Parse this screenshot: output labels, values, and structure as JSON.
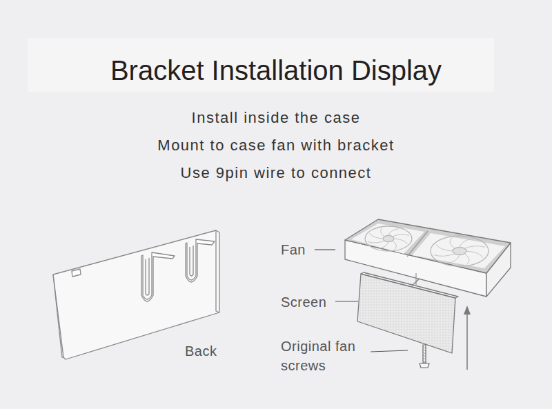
{
  "diagram": {
    "title": "Bracket Installation Display",
    "labels": [
      "Install inside the case",
      "Mount to case fan with bracket",
      "Use 9pin wire to connect",
      "Fan",
      "Screen",
      "Original fan screws",
      "Back"
    ]
  }
}
